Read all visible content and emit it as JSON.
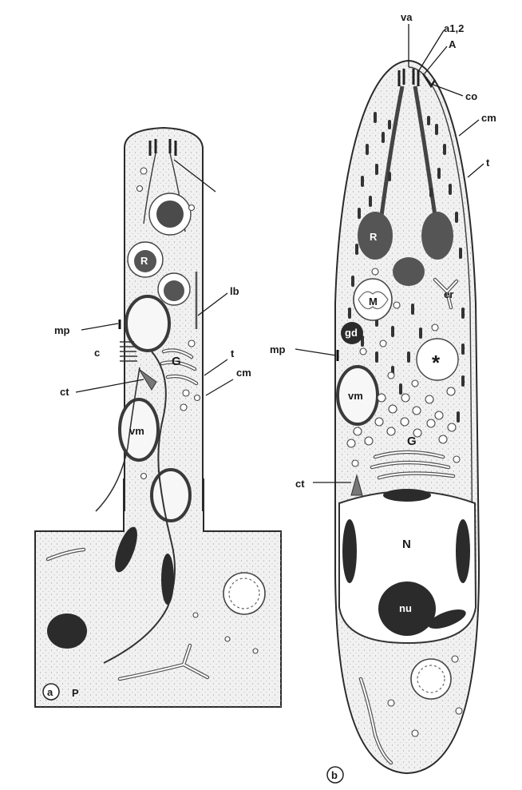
{
  "panel_a": {
    "panel_label": "a",
    "labels": {
      "lb": "lb",
      "mp": "mp",
      "c": "c",
      "G": "G",
      "t": "t",
      "ct": "ct",
      "cm": "cm",
      "vm": "vm",
      "R": "R",
      "P": "P"
    }
  },
  "panel_b": {
    "panel_label": "b",
    "labels": {
      "va": "va",
      "a12": "a1,2",
      "A": "A",
      "co": "co",
      "cm": "cm",
      "t": "t",
      "R": "R",
      "M": "M",
      "er": "er",
      "gd": "gd",
      "mp": "mp",
      "asterisk": "*",
      "vm": "vm",
      "G": "G",
      "ct": "ct",
      "N": "N",
      "nu": "nu"
    }
  },
  "colors": {
    "ink": "#1a1a1a",
    "cytoplasm": "#f1f1f1",
    "background": "#ffffff"
  }
}
